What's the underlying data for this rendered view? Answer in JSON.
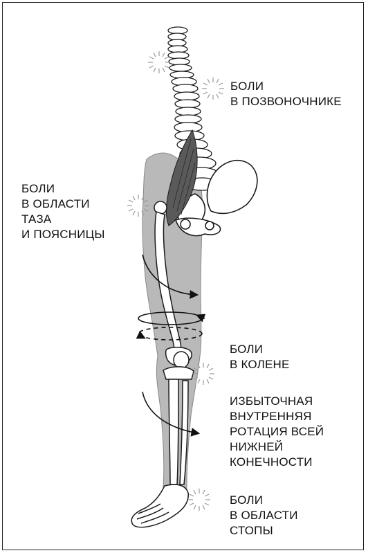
{
  "labels": {
    "spine": {
      "line1": "БОЛИ",
      "line2": "В ПОЗВОНОЧНИКЕ"
    },
    "pelvis": {
      "line1": "БОЛИ",
      "line2": "В ОБЛАСТИ",
      "line3": "ТАЗА",
      "line4": "И ПОЯСНИЦЫ"
    },
    "knee": {
      "line1": "БОЛИ",
      "line2": "В КОЛЕНЕ"
    },
    "rotation": {
      "line1": "ИЗБЫТОЧНАЯ",
      "line2": "ВНУТРЕННЯЯ",
      "line3": "РОТАЦИЯ ВСЕЙ",
      "line4": "НИЖНЕЙ",
      "line5": "КОНЕЧНОСТИ"
    },
    "foot": {
      "line1": "БОЛИ",
      "line2": "В ОБЛАСТИ",
      "line3": "СТОПЫ"
    }
  },
  "colors": {
    "leg_shade": "#b9b9b9",
    "muscle": "#5a5a5a",
    "bone": "#ffffff",
    "outline": "#1a1a1a",
    "text": "#111111"
  }
}
